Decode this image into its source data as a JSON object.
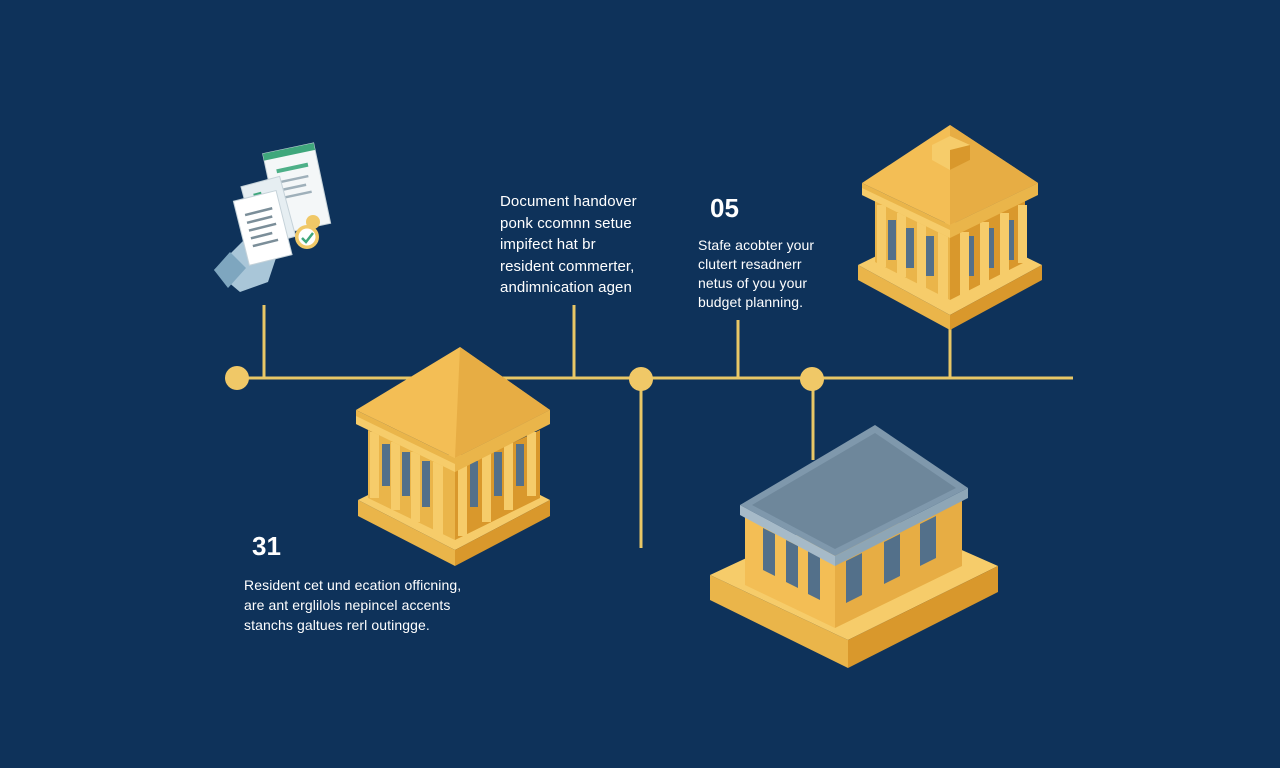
{
  "colors": {
    "background": "#0e325a",
    "timeline": "#e8c766",
    "building_light": "#f6cc6a",
    "building_mid": "#eab54a",
    "building_dark": "#d9982c",
    "window": "#53708a",
    "roof_slate": "#7f98ac"
  },
  "milestones": [
    {
      "id": "top-left",
      "text": "Document handover\nponk ccomnn setue\nimpifect hat br\nresident commerter,\nandimnication agen"
    },
    {
      "id": "top-right",
      "number": "05",
      "text": "Stafe acobter your\nclutert resadnerr\nnetus of you your\nbudget planning."
    },
    {
      "id": "bottom-left",
      "number": "31",
      "text": "Resident cet und ecation officning,\nare ant erglilols nepincel accents\nstanchs galtues rerl outingge."
    }
  ],
  "icons": [
    "documents-icon",
    "classical-bank-icon",
    "domed-bank-icon",
    "flat-roof-building-icon"
  ]
}
